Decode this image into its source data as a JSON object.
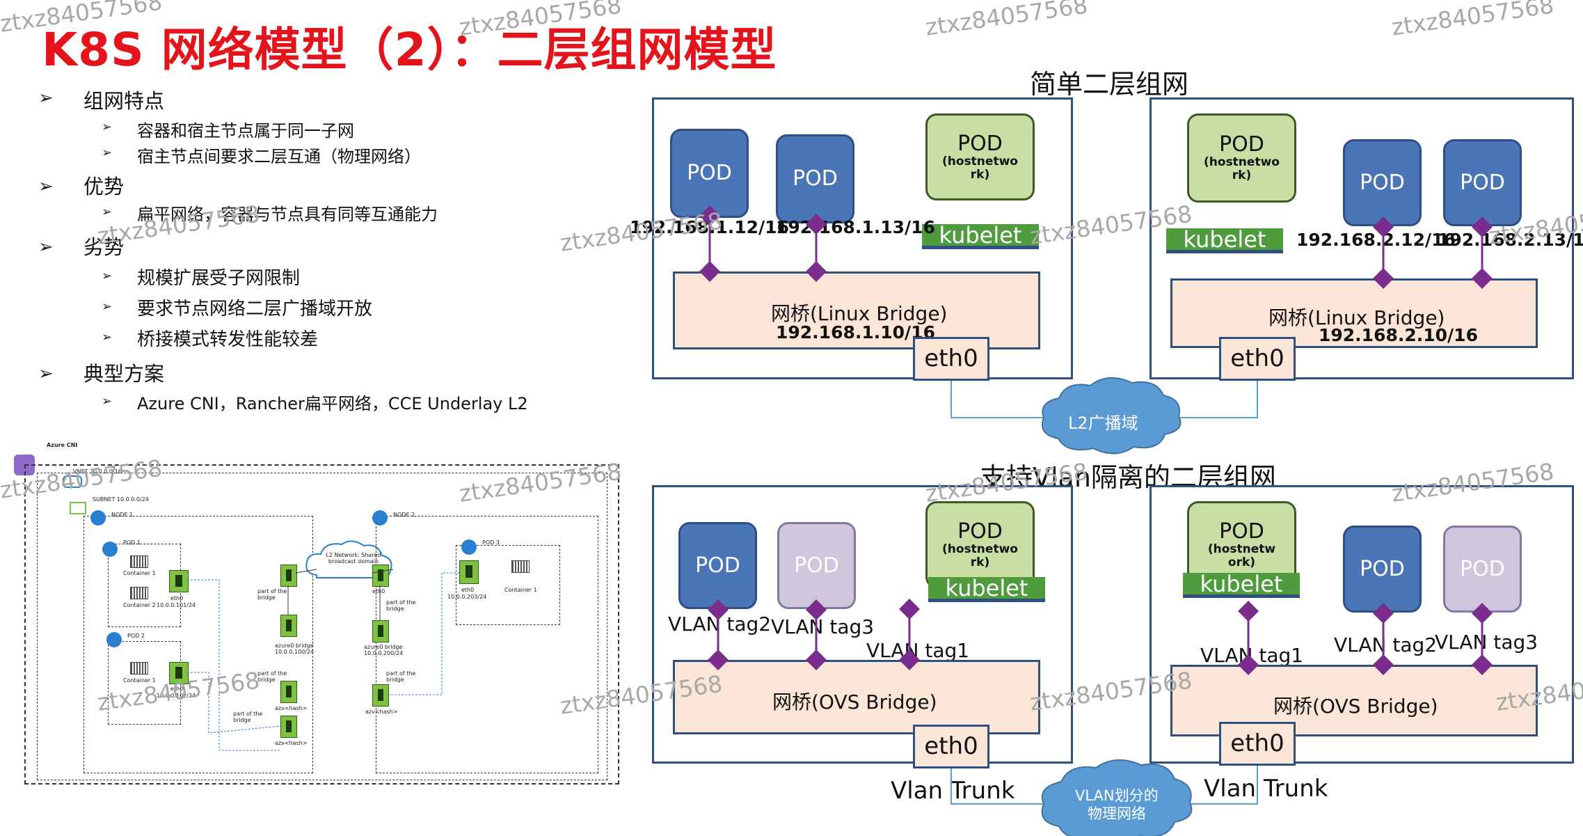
{
  "title": "K8S 网络模型（2）：二层组网模型",
  "bullets": {
    "s1": "组网特点",
    "s1a": "容器和宿主节点属于同一子网",
    "s1b": "宿主节点间要求二层互通（物理网络）",
    "s2": "优势",
    "s2a": "扁平网络，容器与节点具有同等互通能力",
    "s3": "劣势",
    "s3a": "规模扩展受子网限制",
    "s3b": "要求节点网络二层广播域开放",
    "s3c": "桥接模式转发性能较差",
    "s4": "典型方案",
    "s4a": "Azure CNI，Rancher扁平网络，CCE Underlay L2"
  },
  "watermark": "ztxz84057568",
  "top_diagram": {
    "title": "简单二层组网",
    "pod": "POD",
    "hostnetwork_a": "(hostnetwo rk)",
    "kubelet": "kubelet",
    "left_ip1": "192.168.1.12/16",
    "left_ip2": "192.168.1.13/16",
    "left_bridge": "网桥(Linux Bridge)",
    "left_bridge_ip": "192.168.1.10/16",
    "right_ip1": "192.168.2.12/16",
    "right_ip2": "192.168.2.13/16",
    "right_bridge": "网桥(Linux Bridge)",
    "right_bridge_ip": "192.168.2.10/16",
    "eth": "eth0",
    "cloud": "L2广播域"
  },
  "bottom_diagram": {
    "title": "支持Vlan隔离的二层组网",
    "pod": "POD",
    "hostnetwork_left": "(hostnetwo rk)",
    "hostnetwork_right": "(hostnetw ork)",
    "kubelet": "kubelet",
    "tag1": "VLAN tag1",
    "tag2": "VLAN tag2",
    "tag3": "VLAN tag3",
    "bridge": "网桥(OVS Bridge)",
    "eth": "eth0",
    "trunk": "Vlan Trunk",
    "cloud_l1": "VLAN划分的",
    "cloud_l2": "物理网络"
  },
  "azure": {
    "title": "Azure CNI",
    "vnet": "VNET 10.0.0.0/16",
    "subnet": "SUBNET 10.0.0.0/24",
    "node1": "NODE 1",
    "node2": "NODE 2",
    "pod1": "POD 1",
    "pod2": "POD 2",
    "pod3": "POD 3",
    "container1": "Container 1",
    "container2": "Container 2",
    "eth0": "eth0",
    "ip101": "10.0.0.101/24",
    "ip102": "10.0.0.102/24",
    "ip203": "10.0.0.203/24",
    "bridge_part": "part of the bridge",
    "azure0_n1": "azure0 bridge 10.0.0.100/24",
    "azure0_n2": "azure0 bridge 10.0.0.200/24",
    "azv": "azv<hash>",
    "l2net": "L2 Network: Shared broadcast domain"
  },
  "colors": {
    "title_red": "#e3141c",
    "pod_blue": "#4a76b8",
    "pod_green": "#c9dea5",
    "pod_purple": "#cfc6de",
    "kubelet_green": "#4f9c3e",
    "bridge_fill": "#fbe5d6",
    "frame_border": "#2f4f7f",
    "link_purple": "#7b2d8e",
    "cloud_blue": "#5b9bd5"
  }
}
